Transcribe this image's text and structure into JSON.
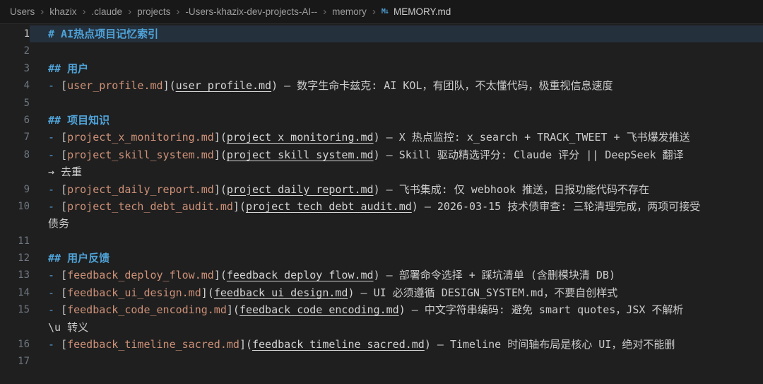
{
  "breadcrumb": {
    "separator": "›",
    "segments": [
      "Users",
      "khazix",
      ".claude",
      "projects",
      "-Users-khazix-dev-projects-AI--",
      "memory"
    ],
    "file": {
      "name": "MEMORY.md",
      "icon": "markdown",
      "icon_glyph": "M↓"
    }
  },
  "colors": {
    "bg": "#1f1f1f",
    "breadcrumb-bg": "#181818",
    "border": "#2a2a2a",
    "breadcrumb-text": "#9d9d9d",
    "breadcrumb-file": "#cccccc",
    "chevron": "#6e6e6e",
    "md-icon": "#4e9fd4",
    "gutter": "#6e7681",
    "gutter-active": "#c6c6c6",
    "heading": "#4fa3d9",
    "bullet": "#569cd6",
    "punct": "#d4d4d4",
    "link": "#ce9178",
    "url": "#d4d4d4",
    "text": "#cccccc",
    "line-highlight": "rgba(56,111,164,0.22)"
  },
  "editor": {
    "rows": [
      {
        "num": "1",
        "hl": true,
        "tokens": [
          {
            "s": "h",
            "t": "# AI热点项目记忆索引"
          }
        ]
      },
      {
        "num": "2",
        "tokens": []
      },
      {
        "num": "3",
        "tokens": [
          {
            "s": "h",
            "t": "## 用户"
          }
        ]
      },
      {
        "num": "4",
        "tokens": [
          {
            "s": "b",
            "t": "- "
          },
          {
            "s": "p",
            "t": "["
          },
          {
            "s": "l",
            "t": "user_profile.md"
          },
          {
            "s": "p",
            "t": "]("
          },
          {
            "s": "u",
            "t": "user_profile.md"
          },
          {
            "s": "p",
            "t": ")"
          },
          {
            "s": "t",
            "t": " — 数字生命卡兹克: AI KOL，有团队，不太懂代码，极重视信息速度"
          }
        ]
      },
      {
        "num": "5",
        "tokens": []
      },
      {
        "num": "6",
        "tokens": [
          {
            "s": "h",
            "t": "## 项目知识"
          }
        ]
      },
      {
        "num": "7",
        "tokens": [
          {
            "s": "b",
            "t": "- "
          },
          {
            "s": "p",
            "t": "["
          },
          {
            "s": "l",
            "t": "project_x_monitoring.md"
          },
          {
            "s": "p",
            "t": "]("
          },
          {
            "s": "u",
            "t": "project_x_monitoring.md"
          },
          {
            "s": "p",
            "t": ")"
          },
          {
            "s": "t",
            "t": " — X 热点监控: x_search + TRACK_TWEET + 飞书爆发推送"
          }
        ]
      },
      {
        "num": "8",
        "tokens": [
          {
            "s": "b",
            "t": "- "
          },
          {
            "s": "p",
            "t": "["
          },
          {
            "s": "l",
            "t": "project_skill_system.md"
          },
          {
            "s": "p",
            "t": "]("
          },
          {
            "s": "u",
            "t": "project_skill_system.md"
          },
          {
            "s": "p",
            "t": ")"
          },
          {
            "s": "t",
            "t": " — Skill 驱动精选评分: Claude 评分 || DeepSeek 翻译"
          }
        ]
      },
      {
        "num": "",
        "tokens": [
          {
            "s": "t",
            "t": "→ 去重"
          }
        ]
      },
      {
        "num": "9",
        "tokens": [
          {
            "s": "b",
            "t": "- "
          },
          {
            "s": "p",
            "t": "["
          },
          {
            "s": "l",
            "t": "project_daily_report.md"
          },
          {
            "s": "p",
            "t": "]("
          },
          {
            "s": "u",
            "t": "project_daily_report.md"
          },
          {
            "s": "p",
            "t": ")"
          },
          {
            "s": "t",
            "t": " — 飞书集成: 仅 webhook 推送，日报功能代码不存在"
          }
        ]
      },
      {
        "num": "10",
        "tokens": [
          {
            "s": "b",
            "t": "- "
          },
          {
            "s": "p",
            "t": "["
          },
          {
            "s": "l",
            "t": "project_tech_debt_audit.md"
          },
          {
            "s": "p",
            "t": "]("
          },
          {
            "s": "u",
            "t": "project_tech_debt_audit.md"
          },
          {
            "s": "p",
            "t": ")"
          },
          {
            "s": "t",
            "t": " — 2026-03-15 技术债审查: 三轮清理完成，两项可接受"
          }
        ]
      },
      {
        "num": "",
        "tokens": [
          {
            "s": "t",
            "t": "债务"
          }
        ]
      },
      {
        "num": "11",
        "tokens": []
      },
      {
        "num": "12",
        "tokens": [
          {
            "s": "h",
            "t": "## 用户反馈"
          }
        ]
      },
      {
        "num": "13",
        "tokens": [
          {
            "s": "b",
            "t": "- "
          },
          {
            "s": "p",
            "t": "["
          },
          {
            "s": "l",
            "t": "feedback_deploy_flow.md"
          },
          {
            "s": "p",
            "t": "]("
          },
          {
            "s": "u",
            "t": "feedback_deploy_flow.md"
          },
          {
            "s": "p",
            "t": ")"
          },
          {
            "s": "t",
            "t": " — 部署命令选择 + 踩坑清单 (含删模块清 DB)"
          }
        ]
      },
      {
        "num": "14",
        "tokens": [
          {
            "s": "b",
            "t": "- "
          },
          {
            "s": "p",
            "t": "["
          },
          {
            "s": "l",
            "t": "feedback_ui_design.md"
          },
          {
            "s": "p",
            "t": "]("
          },
          {
            "s": "u",
            "t": "feedback_ui_design.md"
          },
          {
            "s": "p",
            "t": ")"
          },
          {
            "s": "t",
            "t": " — UI 必须遵循 DESIGN_SYSTEM.md，不要自创样式"
          }
        ]
      },
      {
        "num": "15",
        "tokens": [
          {
            "s": "b",
            "t": "- "
          },
          {
            "s": "p",
            "t": "["
          },
          {
            "s": "l",
            "t": "feedback_code_encoding.md"
          },
          {
            "s": "p",
            "t": "]("
          },
          {
            "s": "u",
            "t": "feedback_code_encoding.md"
          },
          {
            "s": "p",
            "t": ")"
          },
          {
            "s": "t",
            "t": " — 中文字符串编码: 避免 smart quotes，JSX 不解析"
          }
        ]
      },
      {
        "num": "",
        "tokens": [
          {
            "s": "t",
            "t": "\\u 转义"
          }
        ]
      },
      {
        "num": "16",
        "tokens": [
          {
            "s": "b",
            "t": "- "
          },
          {
            "s": "p",
            "t": "["
          },
          {
            "s": "l",
            "t": "feedback_timeline_sacred.md"
          },
          {
            "s": "p",
            "t": "]("
          },
          {
            "s": "u",
            "t": "feedback_timeline_sacred.md"
          },
          {
            "s": "p",
            "t": ")"
          },
          {
            "s": "t",
            "t": " — Timeline 时间轴布局是核心 UI，绝对不能删"
          }
        ]
      },
      {
        "num": "17",
        "tokens": []
      }
    ]
  }
}
